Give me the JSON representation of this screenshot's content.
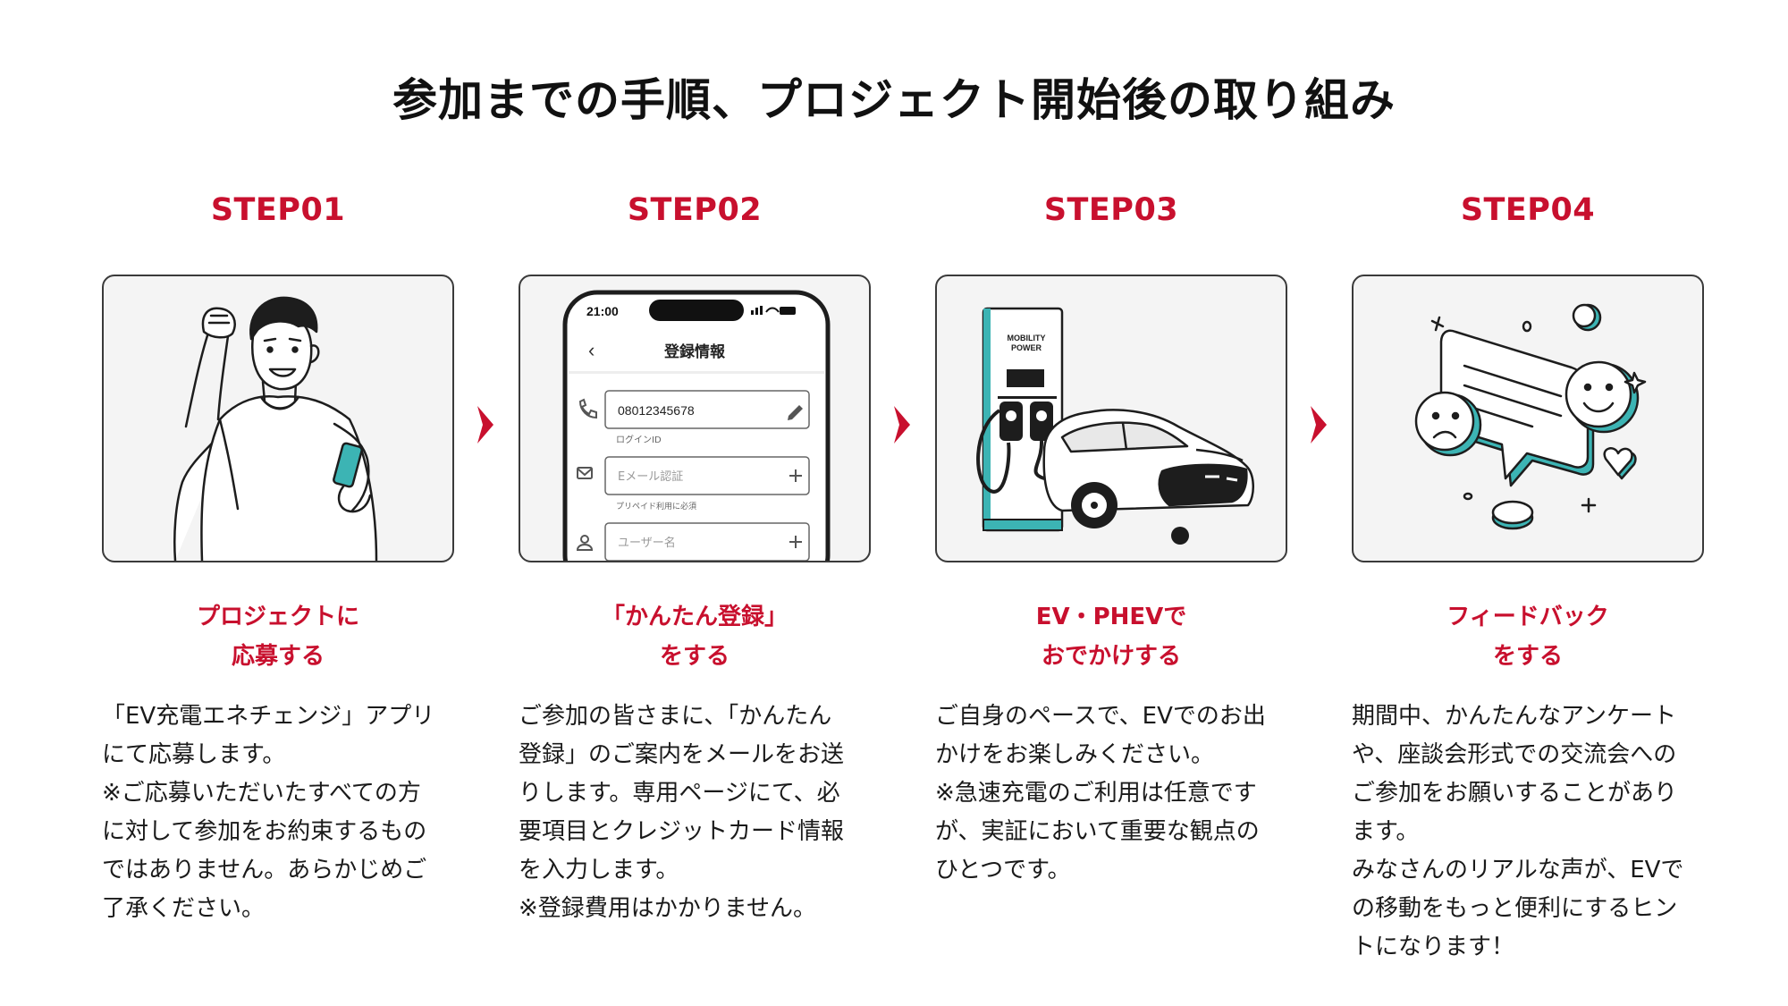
{
  "title": "参加までの手順、プロジェクト開始後の取り組み",
  "accent_color": "#c8102e",
  "steps": [
    {
      "label": "STEP01",
      "icon": "person-with-phone-illustration",
      "heading": [
        "プロジェクトに",
        "応募する"
      ],
      "desc": [
        "「EV充電エネチェンジ」アプリ",
        "にて応募します。",
        "※ご応募いただいたすべての方",
        "に対して参加をお約束するもの",
        "ではありません。あらかじめご",
        "了承ください。"
      ]
    },
    {
      "label": "STEP02",
      "icon": "phone-registration-form-illustration",
      "phone": {
        "time": "21:00",
        "screen_title": "登録情報",
        "phone_value": "08012345678",
        "phone_caption": "ログインID",
        "email_placeholder": "Eメール認証",
        "email_caption": "プリペイド利用に必須",
        "user_placeholder": "ユーザー名"
      },
      "heading": [
        "「かんたん登録」",
        "をする"
      ],
      "desc": [
        "ご参加の皆さまに、「かんたん",
        "登録」のご案内をメールをお送",
        "りします。専用ページにて、必",
        "要項目とクレジットカード情報",
        "を入力します。",
        "※登録費用はかかりません。"
      ]
    },
    {
      "label": "STEP03",
      "icon": "ev-charger-and-car-illustration",
      "charger_brand": [
        "MOBILITY",
        "POWER"
      ],
      "heading": [
        "EV・PHEVで",
        "おでかけする"
      ],
      "desc": [
        "ご自身のペースで、EVでのお出",
        "かけをお楽しみください。",
        "※急速充電のご利用は任意です",
        "が、実証において重要な観点の",
        "ひとつです。"
      ]
    },
    {
      "label": "STEP04",
      "icon": "feedback-speech-bubble-illustration",
      "heading": [
        "フィードバック",
        "をする"
      ],
      "desc": [
        "期間中、かんたんなアンケート",
        "や、座談会形式での交流会への",
        "ご参加をお願いすることがあり",
        "ます。",
        "みなさんのリアルな声が、EVで",
        "の移動をもっと便利にするヒン",
        "トになります！"
      ]
    }
  ]
}
